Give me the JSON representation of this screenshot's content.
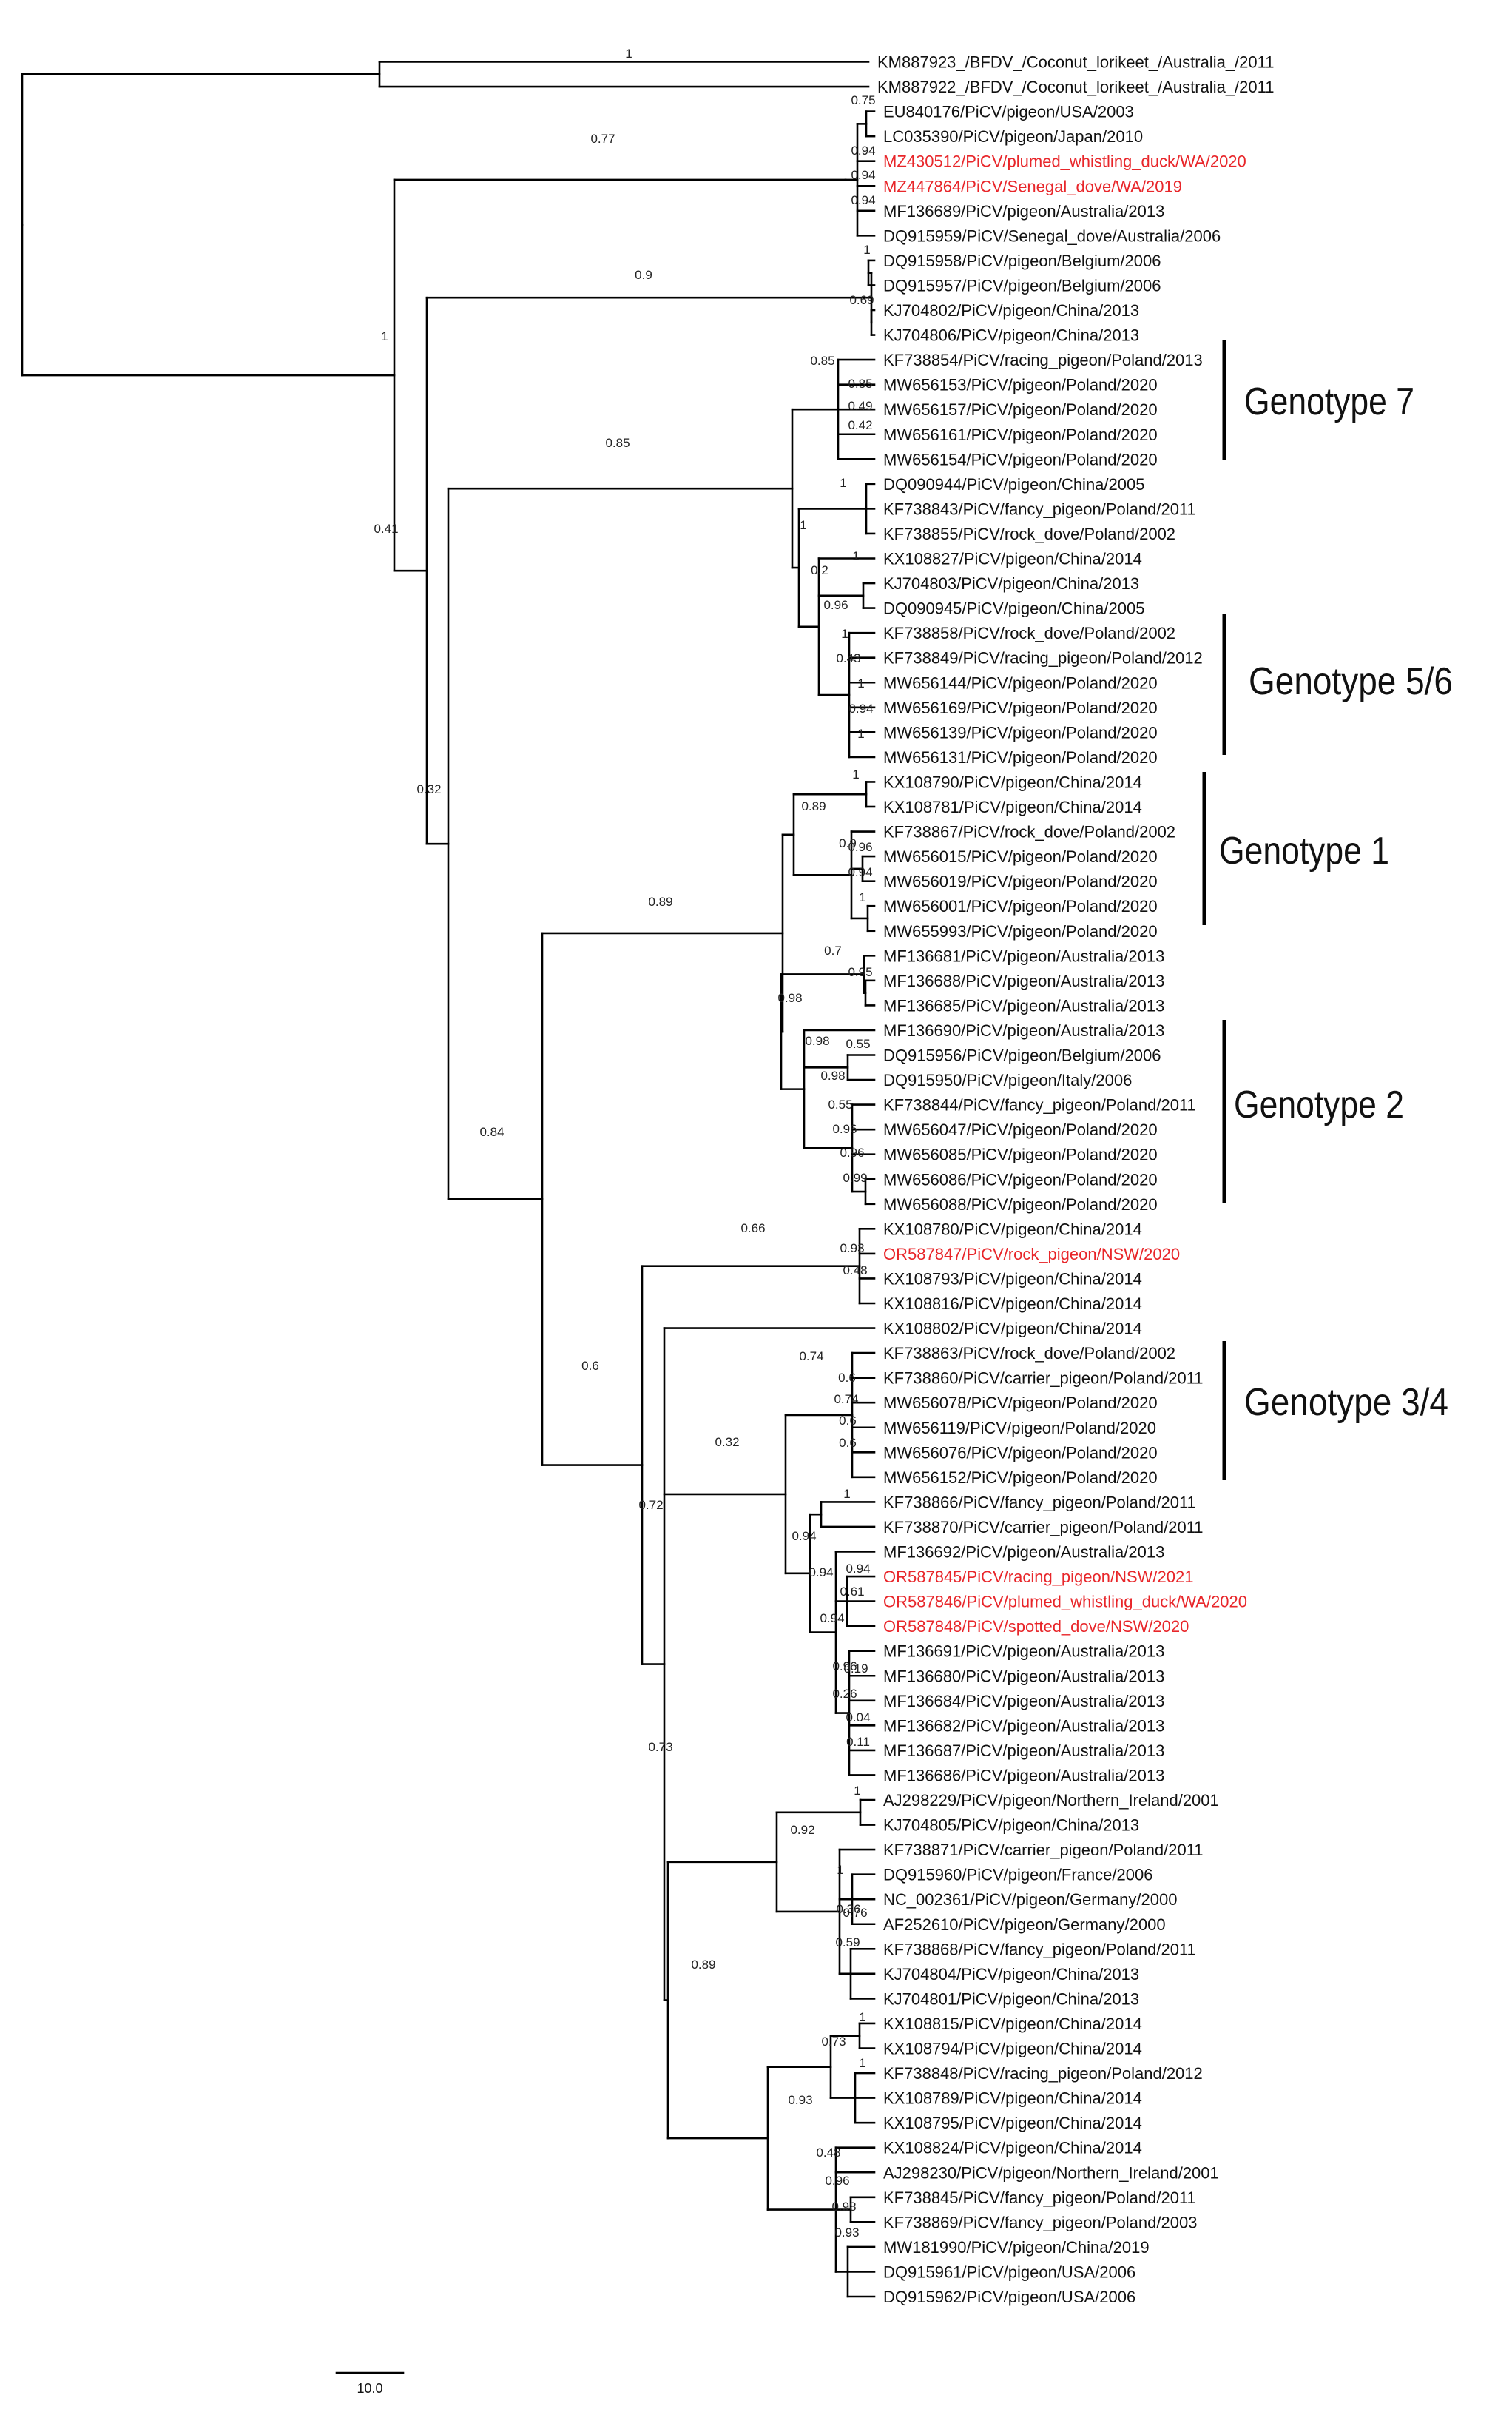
{
  "highlight_color": "#e8262a",
  "tips": [
    {
      "label": "KM887923_/BFDV_/Coconut_lorikeet_/Australia_/2011",
      "highlight": false
    },
    {
      "label": "KM887922_/BFDV_/Coconut_lorikeet_/Australia_/2011",
      "highlight": false
    },
    {
      "label": "EU840176/PiCV/pigeon/USA/2003",
      "highlight": false
    },
    {
      "label": "LC035390/PiCV/pigeon/Japan/2010",
      "highlight": false
    },
    {
      "label": "MZ430512/PiCV/plumed_whistling_duck/WA/2020",
      "highlight": true
    },
    {
      "label": "MZ447864/PiCV/Senegal_dove/WA/2019",
      "highlight": true
    },
    {
      "label": "MF136689/PiCV/pigeon/Australia/2013",
      "highlight": false
    },
    {
      "label": "DQ915959/PiCV/Senegal_dove/Australia/2006",
      "highlight": false
    },
    {
      "label": "DQ915958/PiCV/pigeon/Belgium/2006",
      "highlight": false
    },
    {
      "label": "DQ915957/PiCV/pigeon/Belgium/2006",
      "highlight": false
    },
    {
      "label": "KJ704802/PiCV/pigeon/China/2013",
      "highlight": false
    },
    {
      "label": "KJ704806/PiCV/pigeon/China/2013",
      "highlight": false
    },
    {
      "label": "KF738854/PiCV/racing_pigeon/Poland/2013",
      "highlight": false
    },
    {
      "label": "MW656153/PiCV/pigeon/Poland/2020",
      "highlight": false
    },
    {
      "label": "MW656157/PiCV/pigeon/Poland/2020",
      "highlight": false
    },
    {
      "label": "MW656161/PiCV/pigeon/Poland/2020",
      "highlight": false
    },
    {
      "label": "MW656154/PiCV/pigeon/Poland/2020",
      "highlight": false
    },
    {
      "label": "DQ090944/PiCV/pigeon/China/2005",
      "highlight": false
    },
    {
      "label": "KF738843/PiCV/fancy_pigeon/Poland/2011",
      "highlight": false
    },
    {
      "label": "KF738855/PiCV/rock_dove/Poland/2002",
      "highlight": false
    },
    {
      "label": "KX108827/PiCV/pigeon/China/2014",
      "highlight": false
    },
    {
      "label": "KJ704803/PiCV/pigeon/China/2013",
      "highlight": false
    },
    {
      "label": "DQ090945/PiCV/pigeon/China/2005",
      "highlight": false
    },
    {
      "label": "KF738858/PiCV/rock_dove/Poland/2002",
      "highlight": false
    },
    {
      "label": "KF738849/PiCV/racing_pigeon/Poland/2012",
      "highlight": false
    },
    {
      "label": "MW656144/PiCV/pigeon/Poland/2020",
      "highlight": false
    },
    {
      "label": "MW656169/PiCV/pigeon/Poland/2020",
      "highlight": false
    },
    {
      "label": "MW656139/PiCV/pigeon/Poland/2020",
      "highlight": false
    },
    {
      "label": "MW656131/PiCV/pigeon/Poland/2020",
      "highlight": false
    },
    {
      "label": "KX108790/PiCV/pigeon/China/2014",
      "highlight": false
    },
    {
      "label": "KX108781/PiCV/pigeon/China/2014",
      "highlight": false
    },
    {
      "label": "KF738867/PiCV/rock_dove/Poland/2002",
      "highlight": false
    },
    {
      "label": "MW656015/PiCV/pigeon/Poland/2020",
      "highlight": false
    },
    {
      "label": "MW656019/PiCV/pigeon/Poland/2020",
      "highlight": false
    },
    {
      "label": "MW656001/PiCV/pigeon/Poland/2020",
      "highlight": false
    },
    {
      "label": "MW655993/PiCV/pigeon/Poland/2020",
      "highlight": false
    },
    {
      "label": "MF136681/PiCV/pigeon/Australia/2013",
      "highlight": false
    },
    {
      "label": "MF136688/PiCV/pigeon/Australia/2013",
      "highlight": false
    },
    {
      "label": "MF136685/PiCV/pigeon/Australia/2013",
      "highlight": false
    },
    {
      "label": "MF136690/PiCV/pigeon/Australia/2013",
      "highlight": false
    },
    {
      "label": "DQ915956/PiCV/pigeon/Belgium/2006",
      "highlight": false
    },
    {
      "label": "DQ915950/PiCV/pigeon/Italy/2006",
      "highlight": false
    },
    {
      "label": "KF738844/PiCV/fancy_pigeon/Poland/2011",
      "highlight": false
    },
    {
      "label": "MW656047/PiCV/pigeon/Poland/2020",
      "highlight": false
    },
    {
      "label": "MW656085/PiCV/pigeon/Poland/2020",
      "highlight": false
    },
    {
      "label": "MW656086/PiCV/pigeon/Poland/2020",
      "highlight": false
    },
    {
      "label": "MW656088/PiCV/pigeon/Poland/2020",
      "highlight": false
    },
    {
      "label": "KX108780/PiCV/pigeon/China/2014",
      "highlight": false
    },
    {
      "label": "OR587847/PiCV/rock_pigeon/NSW/2020",
      "highlight": true
    },
    {
      "label": "KX108793/PiCV/pigeon/China/2014",
      "highlight": false
    },
    {
      "label": "KX108816/PiCV/pigeon/China/2014",
      "highlight": false
    },
    {
      "label": "KX108802/PiCV/pigeon/China/2014",
      "highlight": false
    },
    {
      "label": "KF738863/PiCV/rock_dove/Poland/2002",
      "highlight": false
    },
    {
      "label": "KF738860/PiCV/carrier_pigeon/Poland/2011",
      "highlight": false
    },
    {
      "label": "MW656078/PiCV/pigeon/Poland/2020",
      "highlight": false
    },
    {
      "label": "MW656119/PiCV/pigeon/Poland/2020",
      "highlight": false
    },
    {
      "label": "MW656076/PiCV/pigeon/Poland/2020",
      "highlight": false
    },
    {
      "label": "MW656152/PiCV/pigeon/Poland/2020",
      "highlight": false
    },
    {
      "label": "KF738866/PiCV/fancy_pigeon/Poland/2011",
      "highlight": false
    },
    {
      "label": "KF738870/PiCV/carrier_pigeon/Poland/2011",
      "highlight": false
    },
    {
      "label": "MF136692/PiCV/pigeon/Australia/2013",
      "highlight": false
    },
    {
      "label": "OR587845/PiCV/racing_pigeon/NSW/2021",
      "highlight": true
    },
    {
      "label": "OR587846/PiCV/plumed_whistling_duck/WA/2020",
      "highlight": true
    },
    {
      "label": "OR587848/PiCV/spotted_dove/NSW/2020",
      "highlight": true
    },
    {
      "label": "MF136691/PiCV/pigeon/Australia/2013",
      "highlight": false
    },
    {
      "label": "MF136680/PiCV/pigeon/Australia/2013",
      "highlight": false
    },
    {
      "label": "MF136684/PiCV/pigeon/Australia/2013",
      "highlight": false
    },
    {
      "label": "MF136682/PiCV/pigeon/Australia/2013",
      "highlight": false
    },
    {
      "label": "MF136687/PiCV/pigeon/Australia/2013",
      "highlight": false
    },
    {
      "label": "MF136686/PiCV/pigeon/Australia/2013",
      "highlight": false
    },
    {
      "label": "AJ298229/PiCV/pigeon/Northern_Ireland/2001",
      "highlight": false
    },
    {
      "label": "KJ704805/PiCV/pigeon/China/2013",
      "highlight": false
    },
    {
      "label": "KF738871/PiCV/carrier_pigeon/Poland/2011",
      "highlight": false
    },
    {
      "label": "DQ915960/PiCV/pigeon/France/2006",
      "highlight": false
    },
    {
      "label": "NC_002361/PiCV/pigeon/Germany/2000",
      "highlight": false
    },
    {
      "label": "AF252610/PiCV/pigeon/Germany/2000",
      "highlight": false
    },
    {
      "label": "KF738868/PiCV/fancy_pigeon/Poland/2011",
      "highlight": false
    },
    {
      "label": "KJ704804/PiCV/pigeon/China/2013",
      "highlight": false
    },
    {
      "label": "KJ704801/PiCV/pigeon/China/2013",
      "highlight": false
    },
    {
      "label": "KX108815/PiCV/pigeon/China/2014",
      "highlight": false
    },
    {
      "label": "KX108794/PiCV/pigeon/China/2014",
      "highlight": false
    },
    {
      "label": "KF738848/PiCV/racing_pigeon/Poland/2012",
      "highlight": false
    },
    {
      "label": "KX108789/PiCV/pigeon/China/2014",
      "highlight": false
    },
    {
      "label": "KX108795/PiCV/pigeon/China/2014",
      "highlight": false
    },
    {
      "label": "KX108824/PiCV/pigeon/China/2014",
      "highlight": false
    },
    {
      "label": "AJ298230/PiCV/pigeon/Northern_Ireland/2001",
      "highlight": false
    },
    {
      "label": "KF738845/PiCV/fancy_pigeon/Poland/2011",
      "highlight": false
    },
    {
      "label": "KF738869/PiCV/fancy_pigeon/Poland/2003",
      "highlight": false
    },
    {
      "label": "MW181990/PiCV/pigeon/China/2019",
      "highlight": false
    },
    {
      "label": "DQ915961/PiCV/pigeon/USA/2006",
      "highlight": false
    },
    {
      "label": "DQ915962/PiCV/pigeon/USA/2006",
      "highlight": false
    }
  ],
  "support_values": [
    "1",
    "0.77",
    "0.75",
    "0.94",
    "0.94",
    "0.94",
    "1",
    "0.9",
    "1",
    "0.69",
    "0.85",
    "0.85",
    "0.85",
    "0.49",
    "0.42",
    "1",
    "1",
    "0.41",
    "0.2",
    "1",
    "0.96",
    "1",
    "0.43",
    "1",
    "0.94",
    "1",
    "0.32",
    "1",
    "0.89",
    "0.9",
    "0.96",
    "0.94",
    "1",
    "0.89",
    "0.7",
    "0.95",
    "0.98",
    "0.98",
    "0.55",
    "0.98",
    "0.55",
    "0.96",
    "0.96",
    "0.99",
    "0.84",
    "0.66",
    "0.93",
    "0.48",
    "0.6",
    "0.74",
    "0.6",
    "0.74",
    "0.6",
    "0.6",
    "0.32",
    "1",
    "0.72",
    "0.94",
    "0.94",
    "0.94",
    "0.61",
    "0.94",
    "0.96",
    "0.19",
    "0.26",
    "0.04",
    "0.11",
    "0.73",
    "1",
    "0.92",
    "1",
    "0.76",
    "0.36",
    "0.59",
    "0.89",
    "1",
    "0.73",
    "1",
    "0.93",
    "0.48",
    "0.96",
    "0.98",
    "0.93"
  ],
  "genotypes": [
    "Genotype 7",
    "Genotype 5/6",
    "Genotype 1",
    "Genotype 2",
    "Genotype 3/4"
  ],
  "scale_bar_label": "10.0"
}
